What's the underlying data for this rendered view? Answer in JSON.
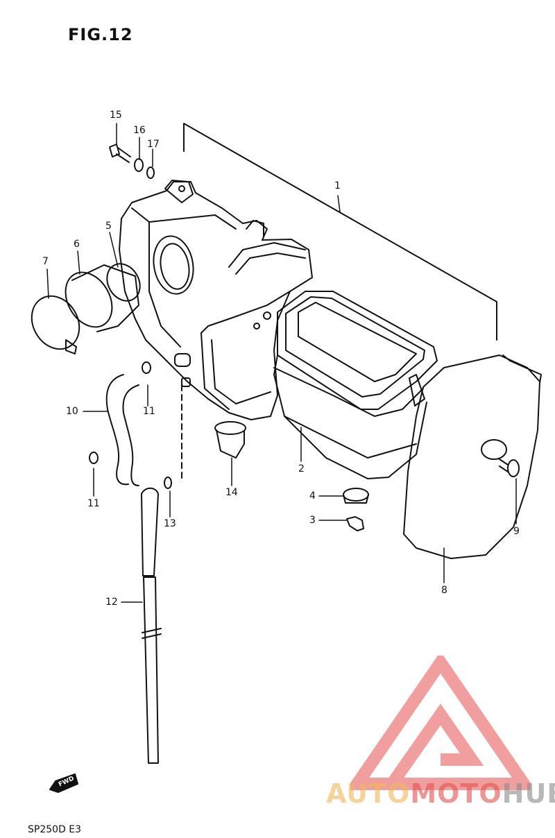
{
  "figure": {
    "title": "FIG.12",
    "model_code": "SP250D E3",
    "direction_label": "FWD"
  },
  "callouts": {
    "c1": "1",
    "c2": "2",
    "c3": "3",
    "c4": "4",
    "c5": "5",
    "c6": "6",
    "c7": "7",
    "c8": "8",
    "c9": "9",
    "c10": "10",
    "c11a": "11",
    "c11b": "11",
    "c12": "12",
    "c13": "13",
    "c14": "14",
    "c15": "15",
    "c16": "16",
    "c17": "17"
  },
  "watermark": {
    "part1": "AUTO",
    "part2": "MOTO",
    "part3": "HUB",
    "colors": {
      "triangle": "#e6514f",
      "auto": "#f2b75c",
      "moto": "#e6514f",
      "hub": "#8a8a8a"
    }
  }
}
